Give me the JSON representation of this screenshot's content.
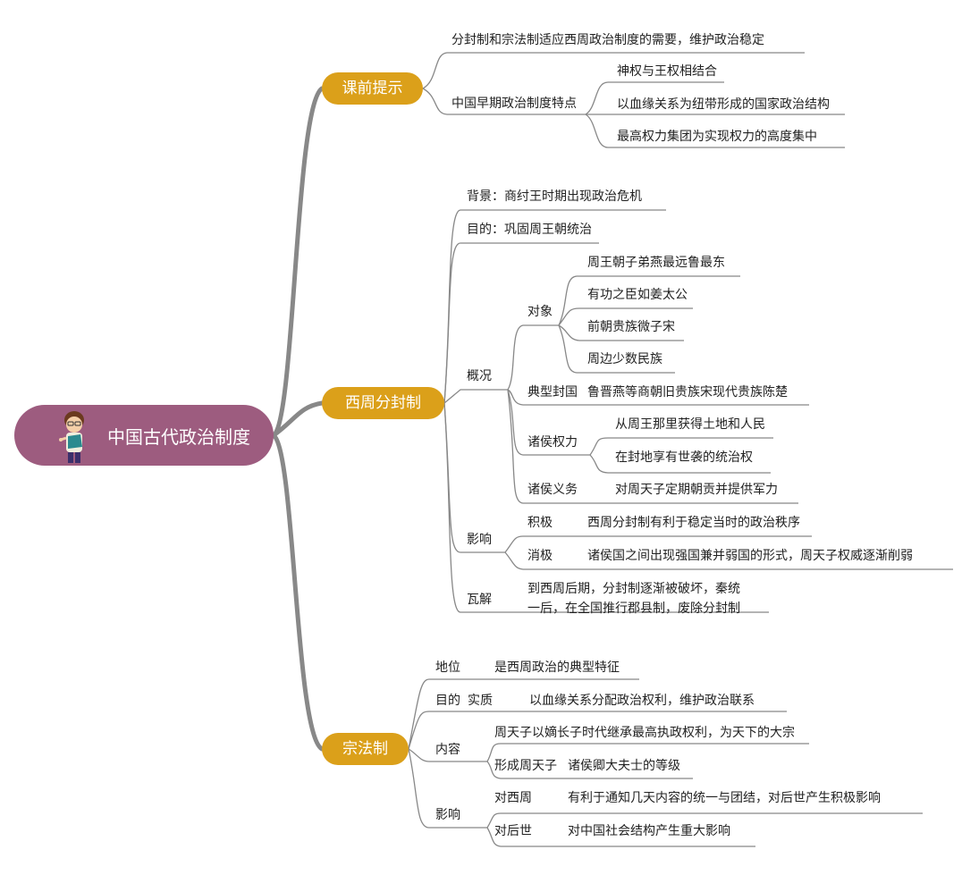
{
  "root": {
    "title": "中国古代政治制度",
    "avatar_icon": "teacher-reading-icon"
  },
  "colors": {
    "root_bg": "#9d5c7f",
    "pill_bg": "#dba01a",
    "line": "#888888"
  },
  "sections": [
    {
      "label": "课前提示",
      "items": {
        "need": "分封制和宗法制适应西周政治制度的需要，维护政治稳定",
        "traits_label": "中国早期政治制度特点",
        "traits": [
          "神权与王权相结合",
          "以血缘关系为纽带形成的国家政治结构",
          "最高权力集团为实现权力的高度集中"
        ]
      }
    },
    {
      "label": "西周分封制",
      "background": "背景：商纣王时期出现政治危机",
      "purpose": "目的：巩固周王朝统治",
      "overview": {
        "label": "概况",
        "objects_label": "对象",
        "objects": [
          "周王朝子弟燕最远鲁最东",
          "有功之臣如姜太公",
          "前朝贵族微子宋",
          "周边少数民族"
        ],
        "typical_label": "典型封国",
        "typical": "鲁晋燕等商朝旧贵族宋现代贵族陈楚",
        "rights_label": "诸侯权力",
        "rights": [
          "从周王那里获得土地和人民",
          "在封地享有世袭的统治权"
        ],
        "duty_label": "诸侯义务",
        "duty": "对周天子定期朝贡并提供军力"
      },
      "impact": {
        "label": "影响",
        "positive_label": "积极",
        "positive": "西周分封制有利于稳定当时的政治秩序",
        "negative_label": "消极",
        "negative": "诸侯国之间出现强国兼并弱国的形式，周天子权威逐渐削弱"
      },
      "collapse": {
        "label": "瓦解",
        "line1": "到西周后期，分封制逐渐被破坏，秦统",
        "line2": "一后，在全国推行郡县制，废除分封制"
      }
    },
    {
      "label": "宗法制",
      "status_label": "地位",
      "status": "是西周政治的典型特征",
      "purpose_label": "目的",
      "essence_label": "实质",
      "essence": "以血缘关系分配政治权利，维护政治联系",
      "content_label": "内容",
      "content": [
        "周天子以嫡长子时代继承最高执政权利，为天下的大宗",
        "形成周天子",
        "诸侯卿大夫士的等级"
      ],
      "impact_label": "影响",
      "to_wz_label": "对西周",
      "to_wz": "有利于通知几天内容的统一与团结，对后世产生积极影响",
      "to_later_label": "对后世",
      "to_later": "对中国社会结构产生重大影响"
    }
  ]
}
